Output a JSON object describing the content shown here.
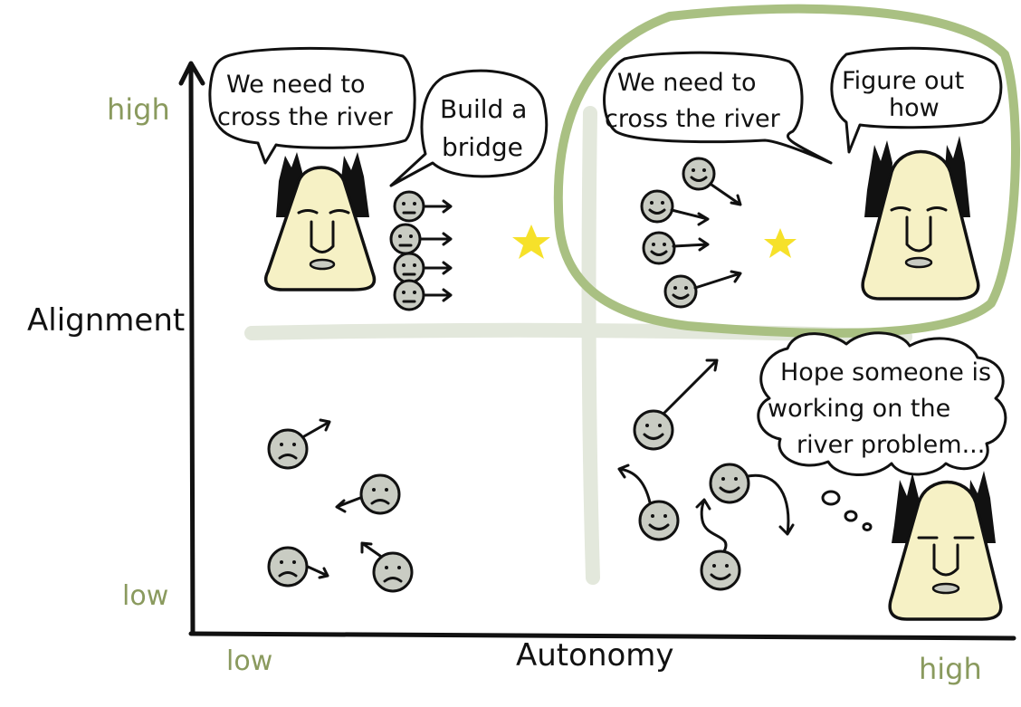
{
  "axes": {
    "x_label": "Autonomy",
    "y_label": "Alignment",
    "x_low": "low",
    "x_high": "high",
    "y_low": "low",
    "y_high": "high"
  },
  "bubbles": {
    "top_left_leader_line1": "We need to",
    "top_left_leader_line2": "cross the river",
    "top_left_instruction_line1": "Build a",
    "top_left_instruction_line2": "bridge",
    "top_right_leader_line1": "We need to",
    "top_right_leader_line2": "cross the river",
    "top_right_instruction_line1": "Figure out",
    "top_right_instruction_line2": "how",
    "bottom_right_thought_line1": "Hope someone is",
    "bottom_right_thought_line2": "working on the",
    "bottom_right_thought_line3": "river problem..."
  },
  "colors": {
    "highlight": "#a9c082",
    "quadrant_divider": "#e3e8dc",
    "star": "#f6e12a",
    "face_fill": "#c9ccc3",
    "leader_skin": "#f6f1c5",
    "axis_label_tint": "#8a9a5e"
  }
}
